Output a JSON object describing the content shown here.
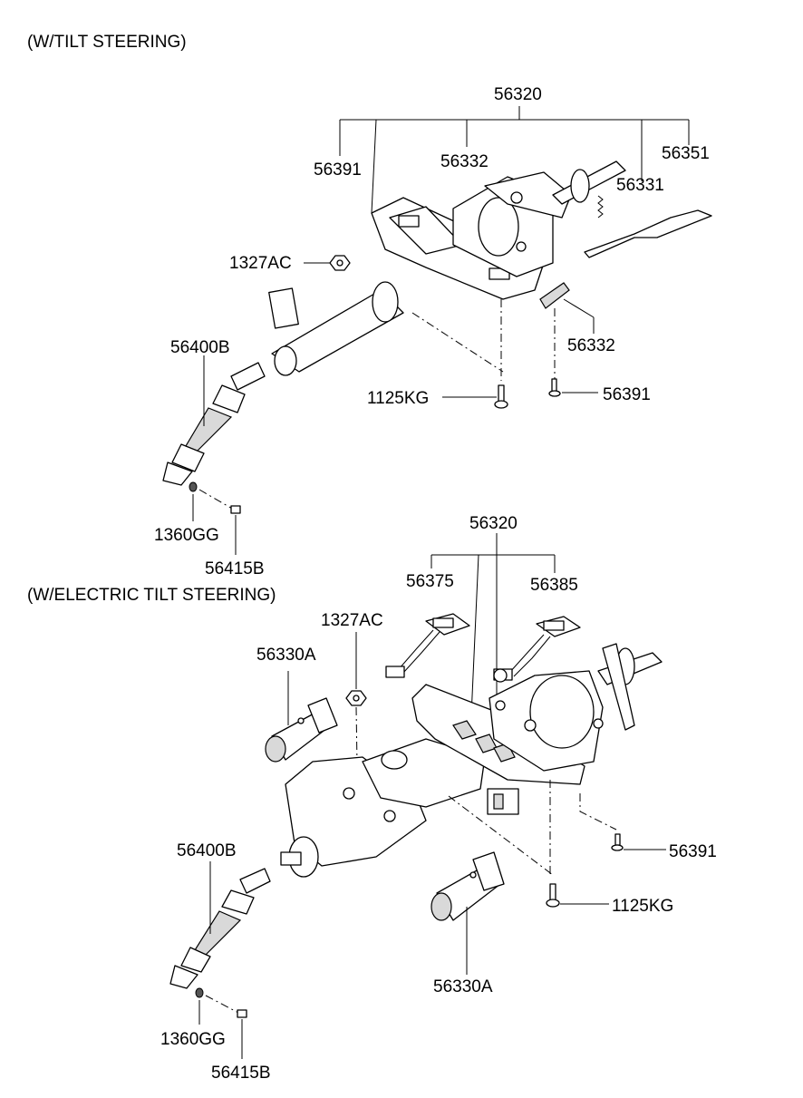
{
  "sections": {
    "tilt": "(W/TILT STEERING)",
    "electric": "(W/ELECTRIC TILT STEERING)"
  },
  "tilt": {
    "assembly": "56320",
    "bracket_bolt": "56391",
    "spring_upper": "56332",
    "lever": "56351",
    "spring_small": "56331",
    "nut": "1327AC",
    "spring_lower": "56332",
    "bolt": "1125KG",
    "screw": "56391",
    "joint": "56400B",
    "washer": "1360GG",
    "pin": "56415B"
  },
  "electric": {
    "assembly": "56320",
    "connector_left": "56375",
    "connector_right": "56385",
    "nut": "1327AC",
    "motor_upper": "56330A",
    "screw": "56391",
    "bolt": "1125KG",
    "motor_lower": "56330A",
    "joint": "56400B",
    "washer": "1360GG",
    "pin": "56415B"
  }
}
